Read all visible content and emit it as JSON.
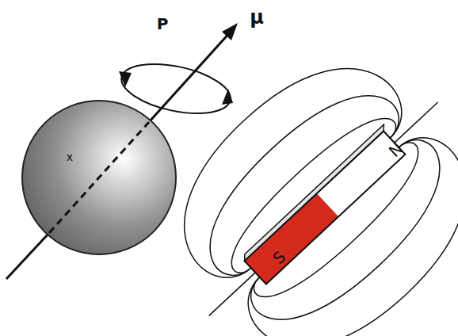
{
  "diagram": {
    "labels": [
      "P",
      "μ",
      "x",
      "S",
      "N"
    ]
  }
}
